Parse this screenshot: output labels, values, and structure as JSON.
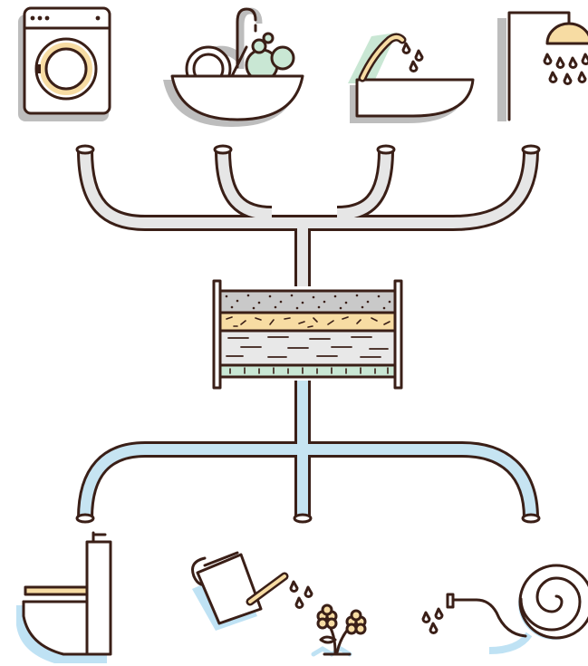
{
  "title": "",
  "colors": {
    "outline": "#3a1f17",
    "grey_pipe": "#e4e4e4",
    "clean_pipe": "#c6e4f2",
    "shadow": "#bdbdbd",
    "blue_shadow": "#bfe2f4",
    "yellow": "#f7dca3",
    "mint": "#c9e7d4",
    "gravel": "#c9c9c9"
  },
  "sources": [
    {
      "icon": "washing-machine-icon"
    },
    {
      "icon": "kitchen-sink-icon"
    },
    {
      "icon": "bathroom-sink-icon"
    },
    {
      "icon": "shower-icon"
    }
  ],
  "filter": {
    "icon": "filter-icon",
    "layers": [
      "gravel",
      "sand",
      "water",
      "grass"
    ]
  },
  "destinations": [
    {
      "icon": "toilet-icon"
    },
    {
      "icon": "watering-can-icon"
    },
    {
      "icon": "garden-hose-icon"
    }
  ]
}
